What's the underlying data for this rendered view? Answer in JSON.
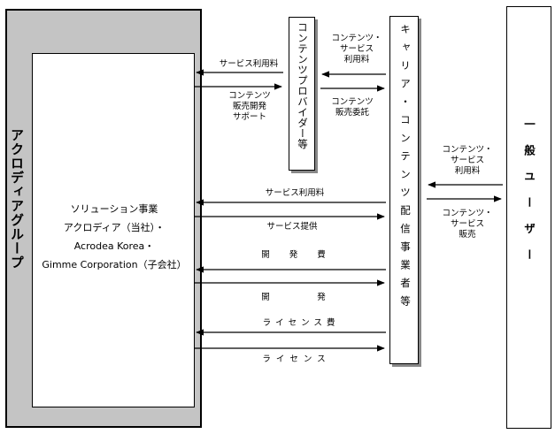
{
  "group": {
    "label": "アクロディアグループ",
    "inner_lines": [
      "ソリューション事業",
      "アクロディア（当社）・",
      "Acrodea Korea・",
      "Gimme Corporation（子会社）"
    ]
  },
  "provider": {
    "label": "コンテンツプロバイダー等"
  },
  "carrier": {
    "label": "キャリア・コンテンツ配信事業者等"
  },
  "user": {
    "label": "一般ユーザー"
  },
  "flows": {
    "provider_service_fee": "サービス利用料",
    "content_dev_support": [
      "コンテンツ",
      "販売開発",
      "サポート"
    ],
    "carrier_to_provider": [
      "コンテンツ・",
      "サービス",
      "利用料"
    ],
    "provider_to_carrier": [
      "コンテンツ",
      "販売委託"
    ],
    "carrier_service_fee": "サービス利用料",
    "service_provision": "サービス提供",
    "dev_fee": "開　　発　　費",
    "dev": "開　　　　　発",
    "license_fee": "ライセンス費",
    "license": "ライセンス",
    "user_to_carrier": [
      "コンテンツ・",
      "サービス",
      "利用料"
    ],
    "carrier_to_user": [
      "コンテンツ・",
      "サービス",
      "販売"
    ]
  }
}
